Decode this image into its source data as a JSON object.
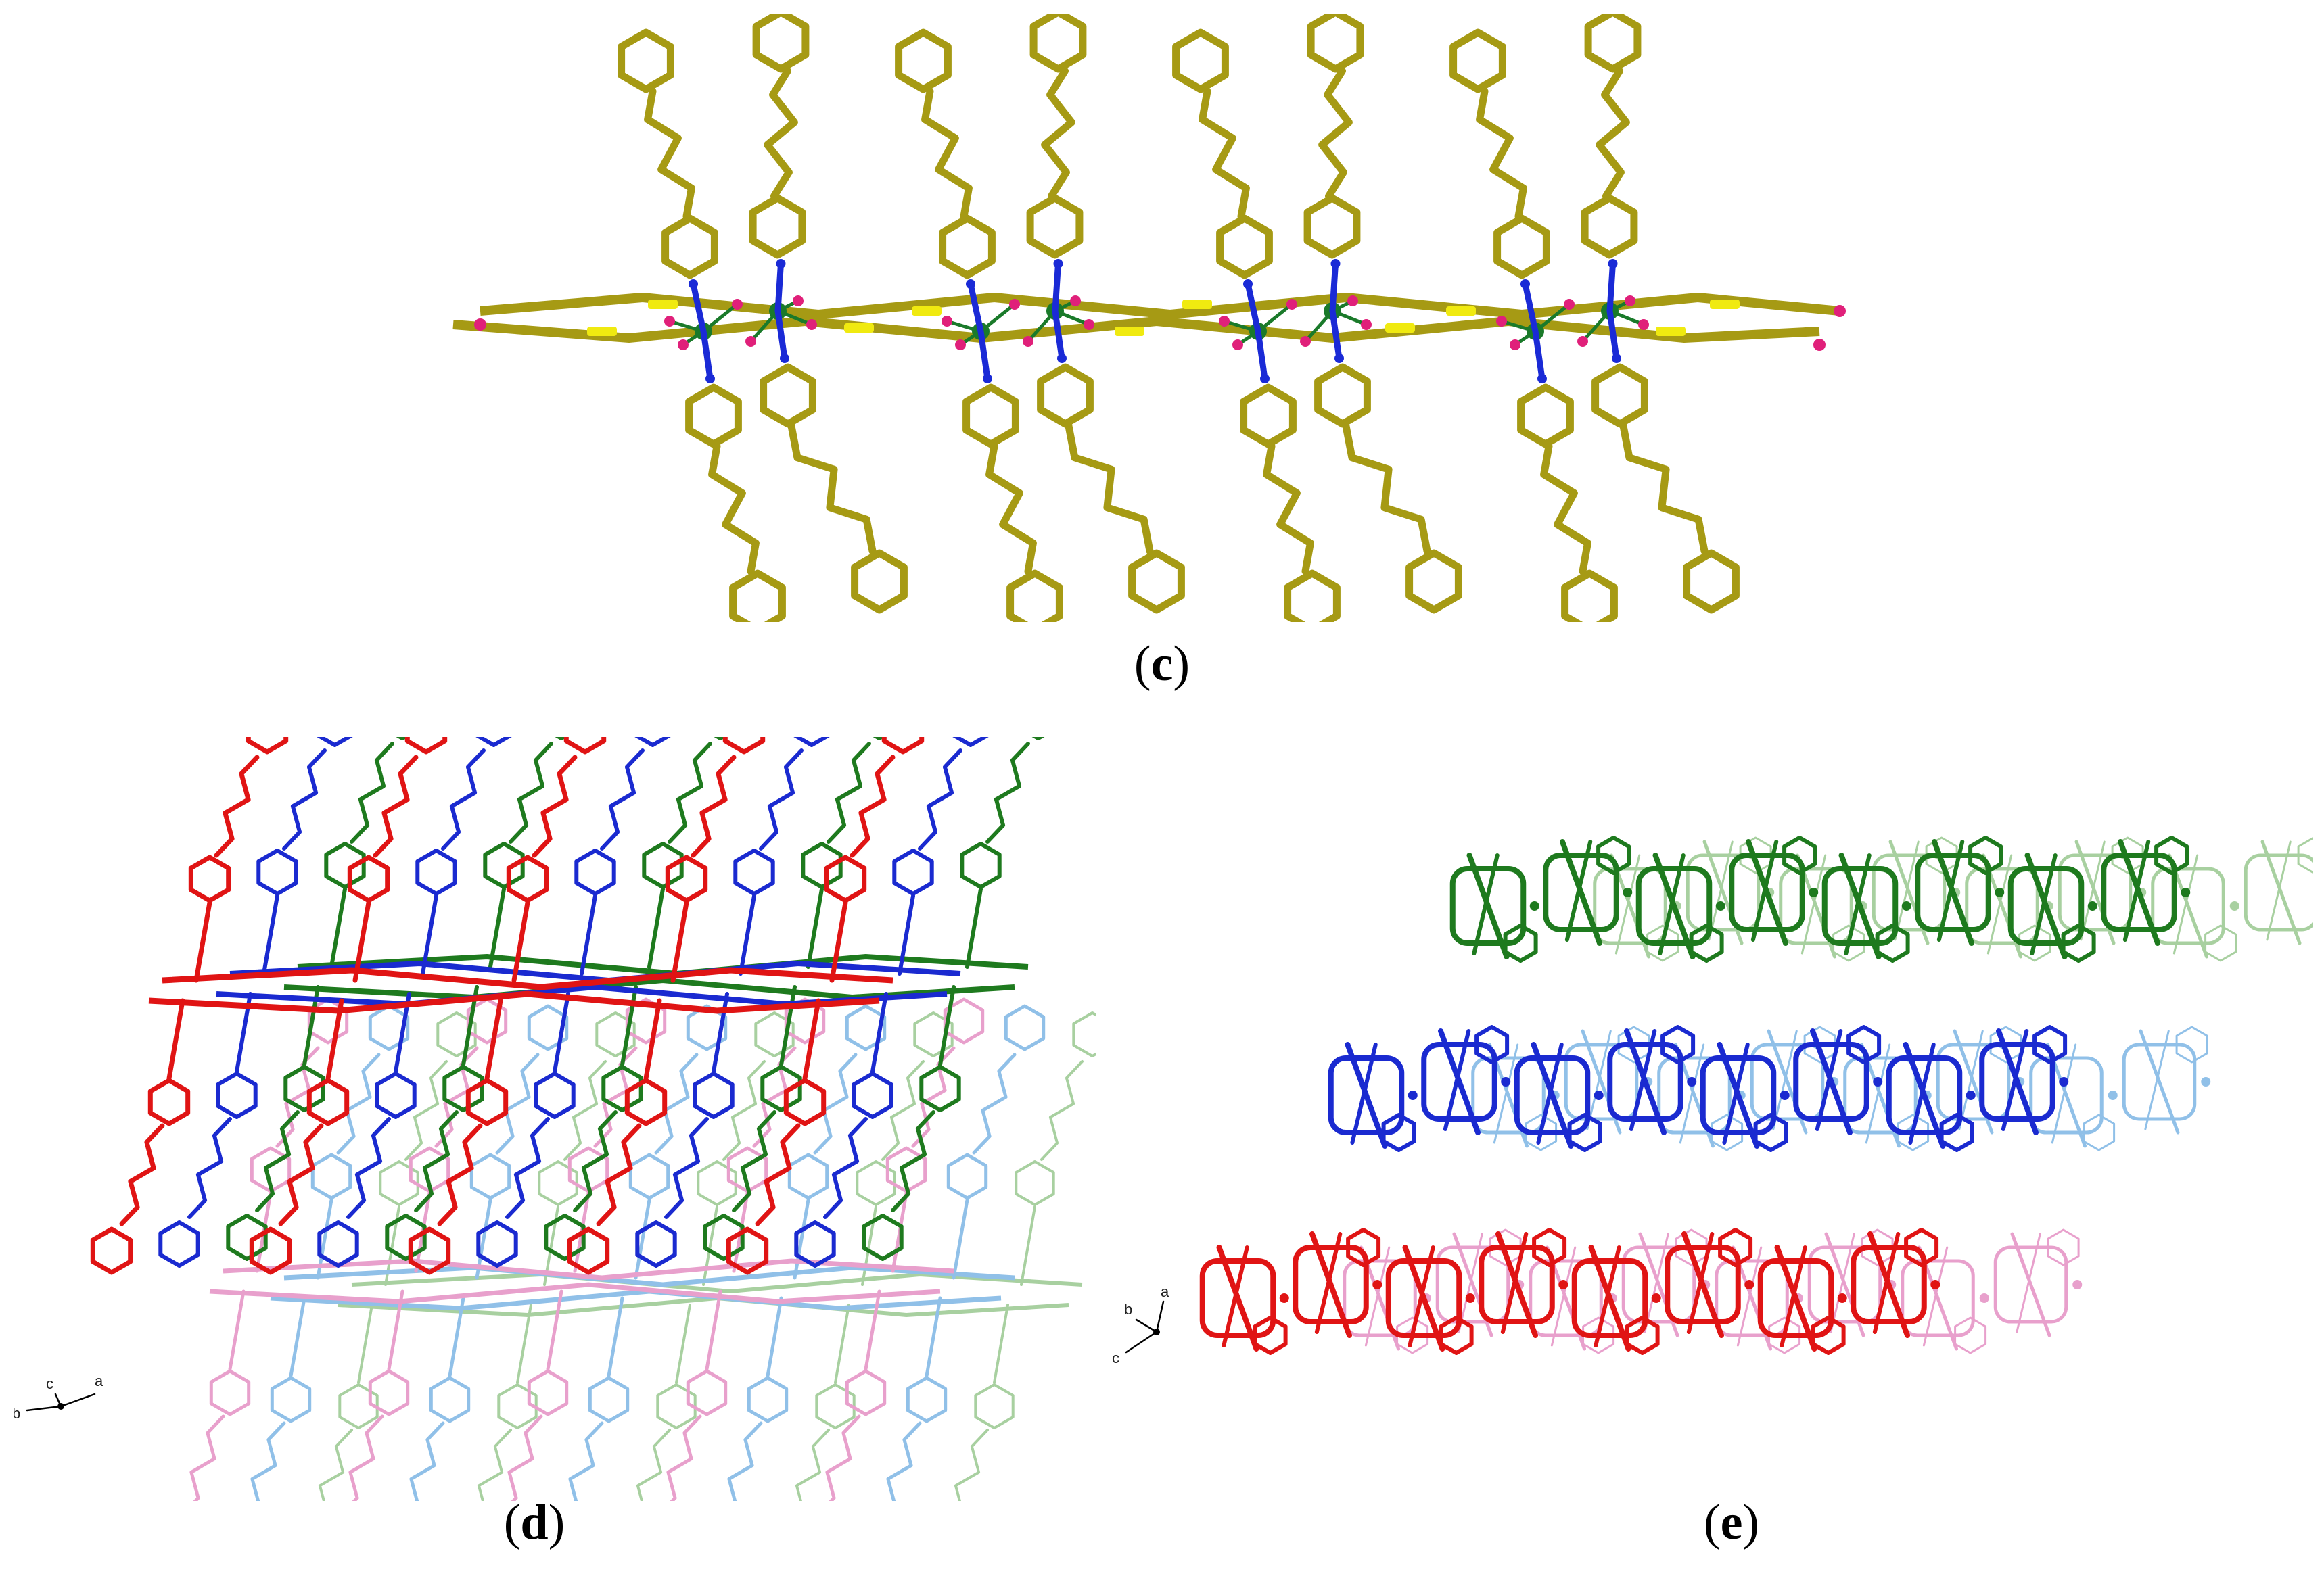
{
  "captions": {
    "c": {
      "open": "(",
      "letter": "c",
      "close": ")"
    },
    "d": {
      "open": "(",
      "letter": "d",
      "close": ")"
    },
    "e": {
      "open": "(",
      "letter": "e",
      "close": ")"
    }
  },
  "axes": {
    "d": {
      "a": "a",
      "b": "b",
      "c": "c"
    },
    "e": {
      "a": "a",
      "b": "b",
      "c": "c"
    }
  },
  "colors": {
    "ligand": "#a69a14",
    "metal": "#1a7a2a",
    "nitrogen": "#1a2ad6",
    "oxygen": "#e0207a",
    "sulfur": "#f0ea10",
    "red": "#e01414",
    "blue": "#1a2ad0",
    "green": "#1e7a1e",
    "pink": "#e8a0cc",
    "lightblue": "#90c0e8",
    "lightgreen": "#a8d0a0"
  }
}
